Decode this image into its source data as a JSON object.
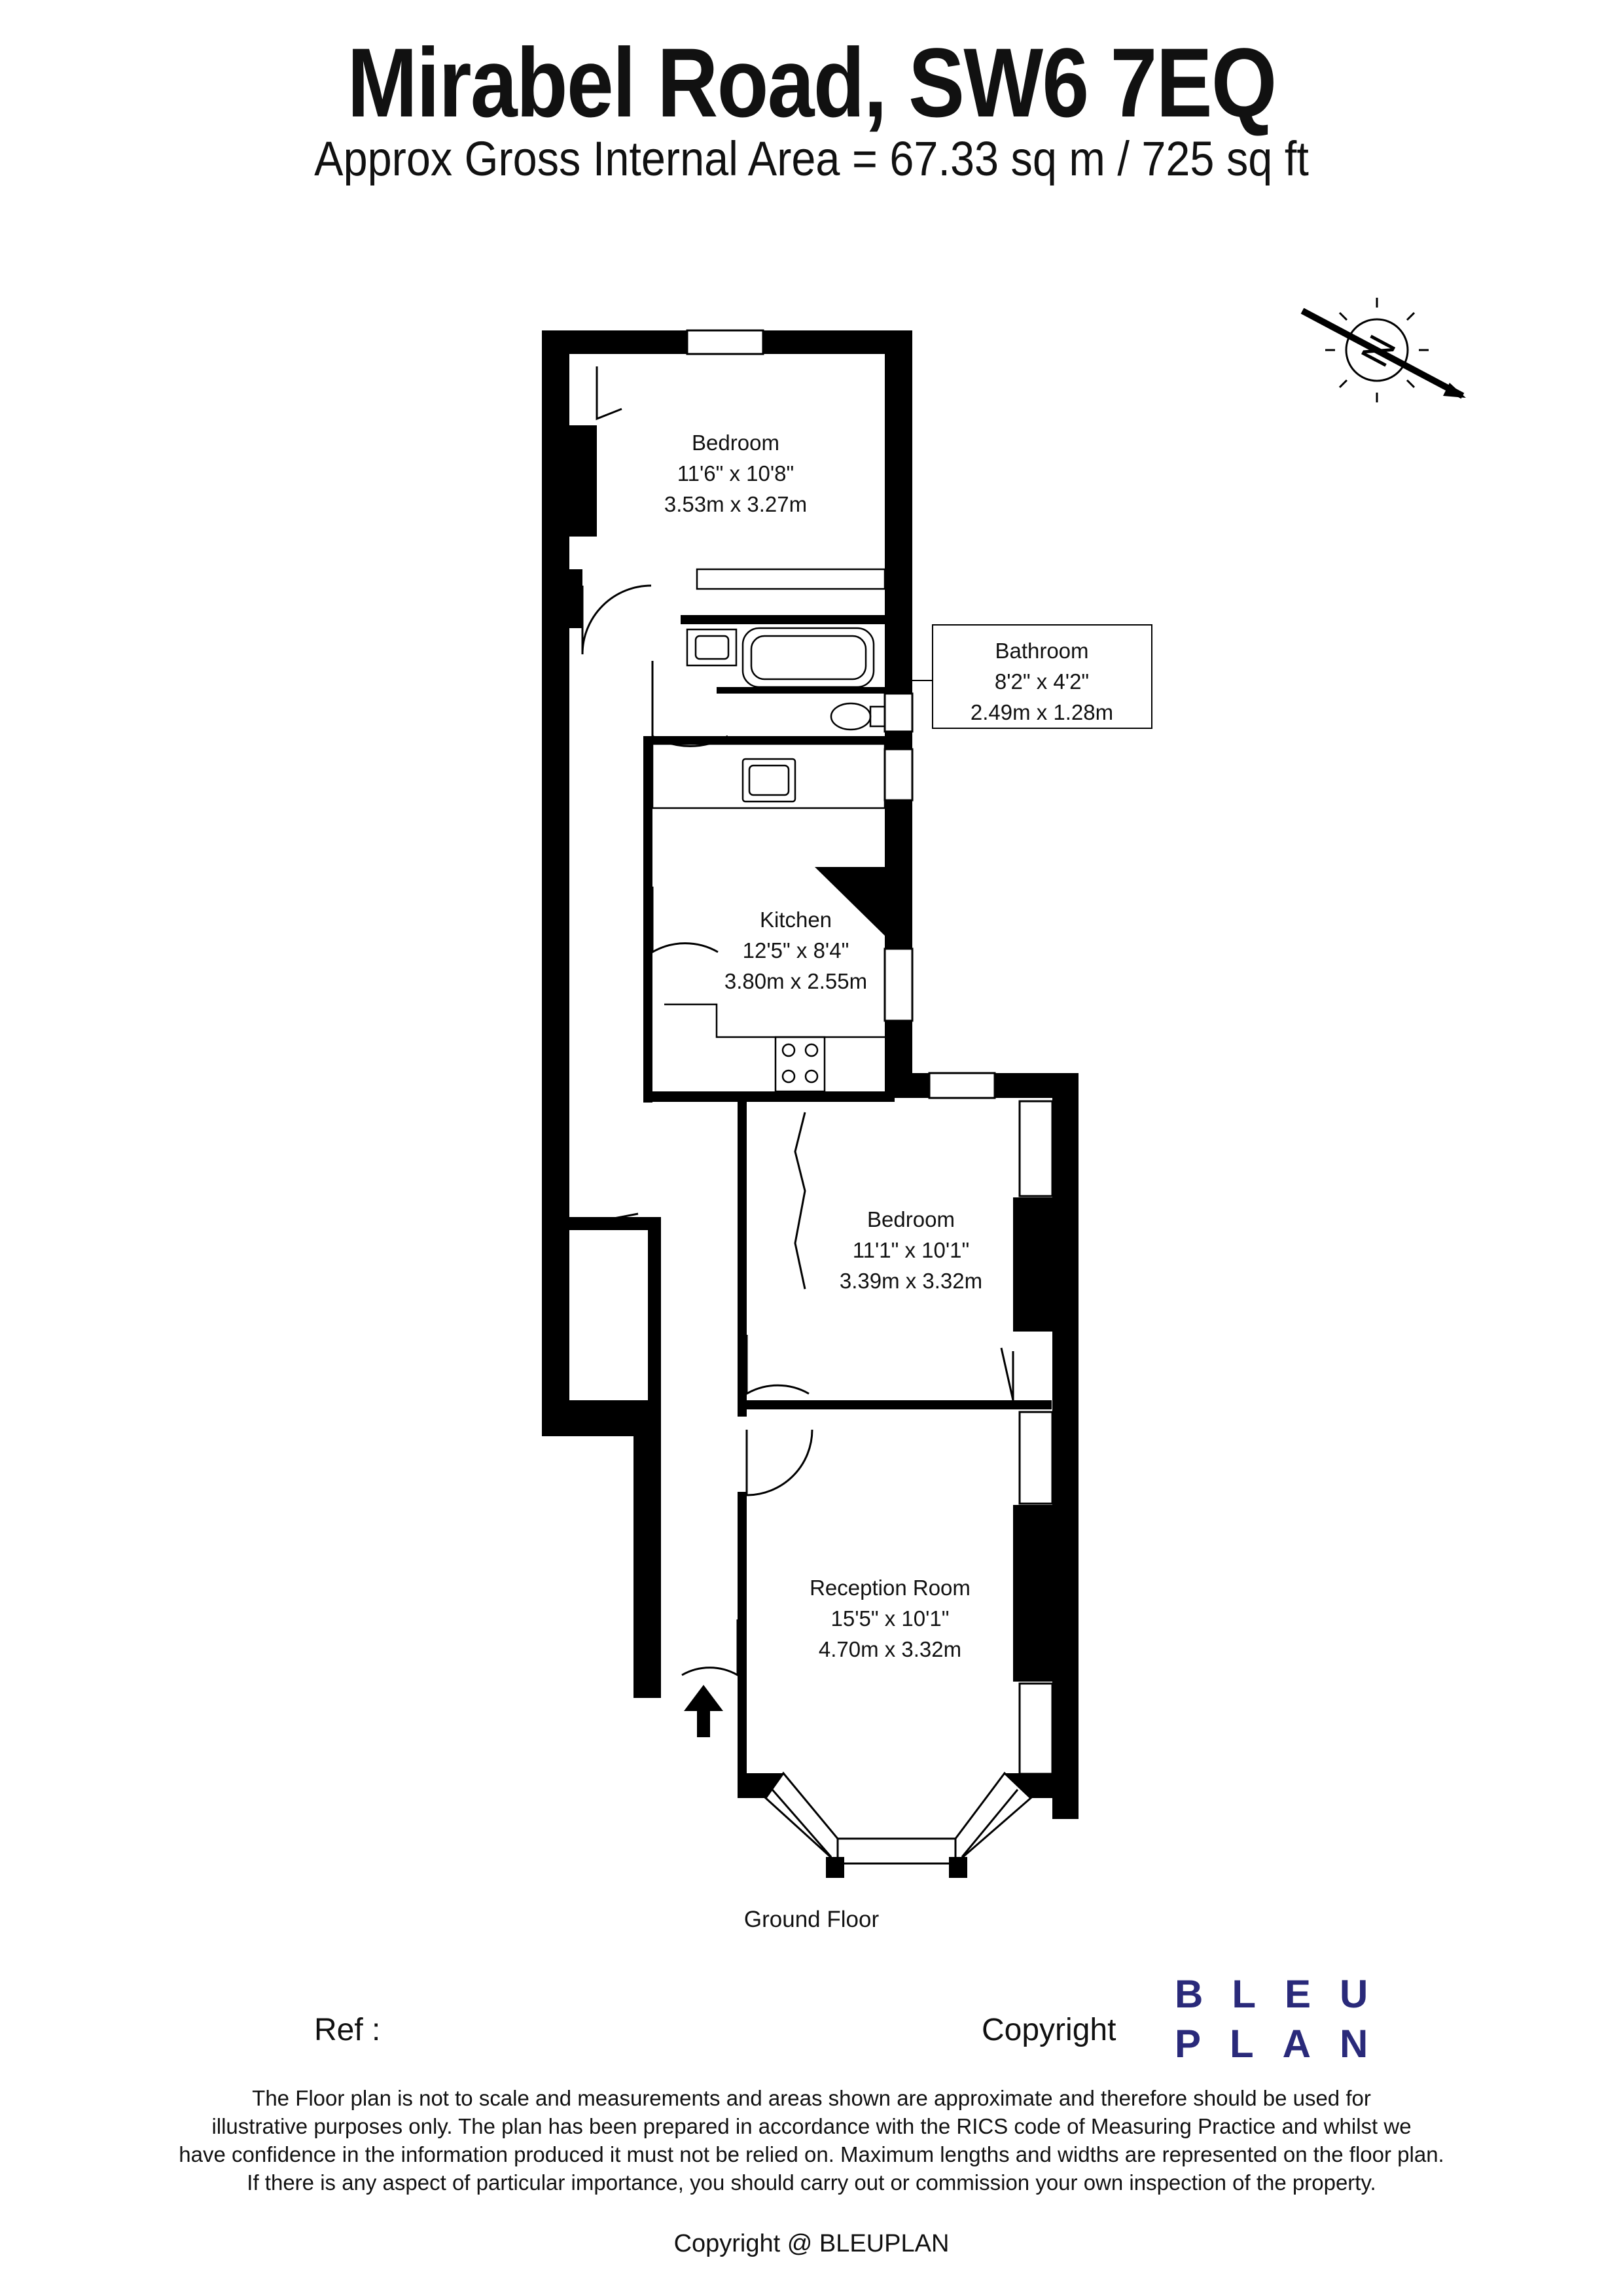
{
  "header": {
    "title": "Mirabel Road, SW6 7EQ",
    "subtitle": "Approx Gross Internal Area = 67.33 sq m / 725 sq ft"
  },
  "rooms": {
    "bedroom1": {
      "name": "Bedroom",
      "imperial": "11'6\" x 10'8\"",
      "metric": "3.53m x 3.27m"
    },
    "bathroom": {
      "name": "Bathroom",
      "imperial": "8'2\" x 4'2\"",
      "metric": "2.49m x 1.28m"
    },
    "kitchen": {
      "name": "Kitchen",
      "imperial": "12'5\" x 8'4\"",
      "metric": "3.80m x 2.55m"
    },
    "bedroom2": {
      "name": "Bedroom",
      "imperial": "11'1\" x 10'1\"",
      "metric": "3.39m x 3.32m"
    },
    "reception": {
      "name": "Reception Room",
      "imperial": "15'5\" x 10'1\"",
      "metric": "4.70m x 3.32m"
    }
  },
  "floor_label": "Ground Floor",
  "compass": {
    "letter": "N"
  },
  "footer": {
    "ref_label": "Ref  :",
    "copyright_label": "Copyright",
    "logo_line1": "BLEU",
    "logo_line2": "PLAN",
    "disclaimer": [
      "The Floor plan is not to scale and measurements and areas shown are approximate and therefore should be used for",
      "illustrative purposes only. The plan has been prepared in accordance with the RICS code of Measuring Practice and whilst we",
      "have confidence in the information produced it must not be relied on. Maximum lengths and widths are represented on the floor plan.",
      "If there is any aspect of particular importance, you should carry out or commission your own inspection of the property."
    ],
    "copyright_line": "Copyright @ BLEUPLAN"
  }
}
